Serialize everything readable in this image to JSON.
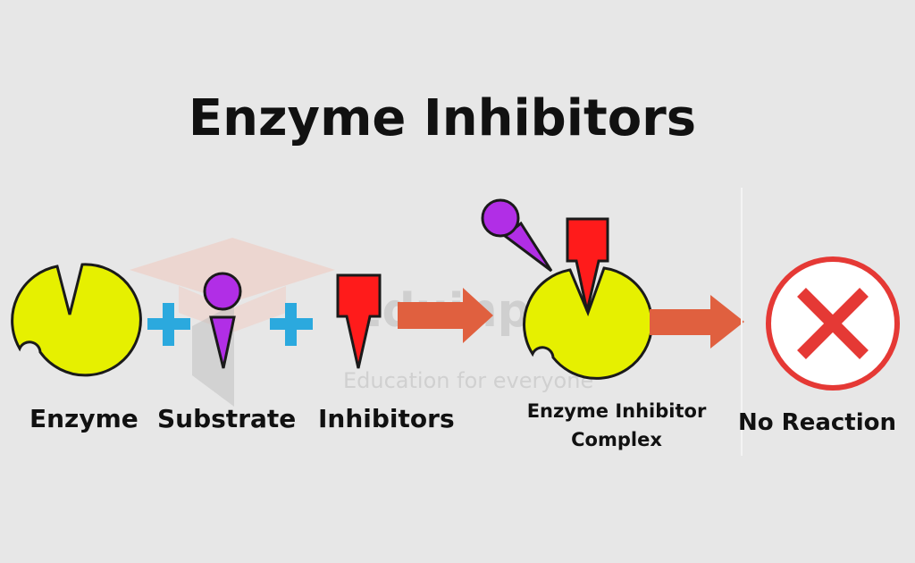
{
  "title": "Enzyme Inhibitors",
  "labels": {
    "enzyme": "Enzyme",
    "substrate": "Substrate",
    "inhibitors": "Inhibitors",
    "complex": "Enzyme Inhibitor Complex",
    "no_reaction": "No Reaction"
  },
  "watermark": {
    "brand": "Eduinput",
    "tagline": "Education for everyone"
  },
  "colors": {
    "background": "#e7e7e7",
    "enzyme": "#e6f000",
    "substrate": "#b12ee6",
    "inhibitor": "#ff1b1b",
    "plus": "#2ba9de",
    "arrow": "#e0603f",
    "no_reaction": "#e53935"
  },
  "icons": [
    "plus-icon",
    "arrow-icon",
    "no-reaction-x-icon"
  ]
}
